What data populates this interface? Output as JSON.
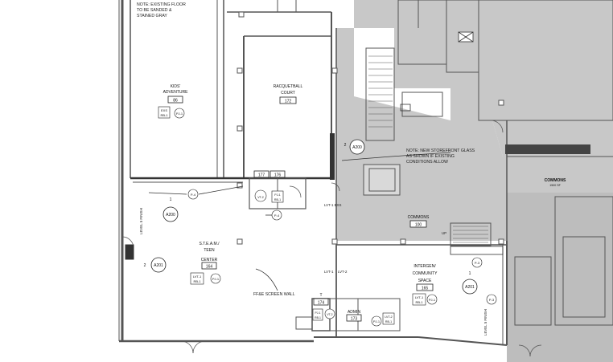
{
  "notes": {
    "floor_note": [
      "NOTE: EXISTING FLOOR",
      "TO BE SANDED &",
      "STAINED GRAY"
    ],
    "storefront_note": [
      "NOTE: NEW STOREFRONT GLASS",
      "AS SHOWN IF EXISTING",
      "CONDITIONS ALLOW"
    ]
  },
  "rooms": {
    "kids": {
      "name1": "KIDS'",
      "name2": "ADVENTURE",
      "number": "86",
      "f1": "EXS",
      "f2": "RB-1",
      "f3": "PJ-1"
    },
    "racquetball": {
      "name1": "RACQUETBALL",
      "name2": "COURT",
      "number": "172"
    },
    "steam": {
      "name1": "S.T.E.A.M./",
      "name2": "TEEN",
      "name3": "CENTER",
      "number": "164",
      "f1": "LVT-1",
      "f2": "RB-1",
      "f3": "PJ-1"
    },
    "commons_left": {
      "name": "COMMONS",
      "number": "100"
    },
    "commons_right": {
      "name": "COMMONS",
      "sub": "1500 SF"
    },
    "intergen": {
      "name1": "INTERGEN/",
      "name2": "COMMUNITY",
      "name3": "SPACE",
      "number": "165",
      "f1": "LVT-1",
      "f2": "RB-1",
      "f3": "PJ-1"
    },
    "admin": {
      "name": "ADMIN",
      "number": "173"
    },
    "toilet": {
      "name": "T",
      "number": "174"
    },
    "small_177": {
      "number": "177"
    },
    "small_176": {
      "number": "176"
    }
  },
  "tags": {
    "a200_top": "A200",
    "a200_left": "A200",
    "a201_left": "A201",
    "a201_right": "A201",
    "p4_a": "P-4",
    "p4_b": "P-4",
    "p3": "P-3",
    "p3_b": "P-3",
    "p1_adm": "PJ-1",
    "p1_a": "PJ-1",
    "p1_b": "PJ-1",
    "num_1a": "1",
    "num_1b": "1",
    "num_2": "2",
    "num_2b": "2"
  },
  "labels": {
    "level5_left": "LEVEL 5 FINISH",
    "level5_right": "LEVEL 5 FINISH",
    "ffe_screen": "FF&E SCREEN WALL",
    "lvt1": "LVT-1",
    "lvt2": "LVT-2",
    "lvt1_exs": "LVT-1  EXS",
    "up": "UP",
    "lvt1_b": "LVT-1",
    "lvt2_b": "LVT-2",
    "small_lvt": "LVT-2",
    "small_rb": "RB-1",
    "small_vt": "VT-2",
    "small_pj": "PJ-1",
    "rb1_small": "RB-1",
    "lvt_small2": "LVT-2"
  }
}
